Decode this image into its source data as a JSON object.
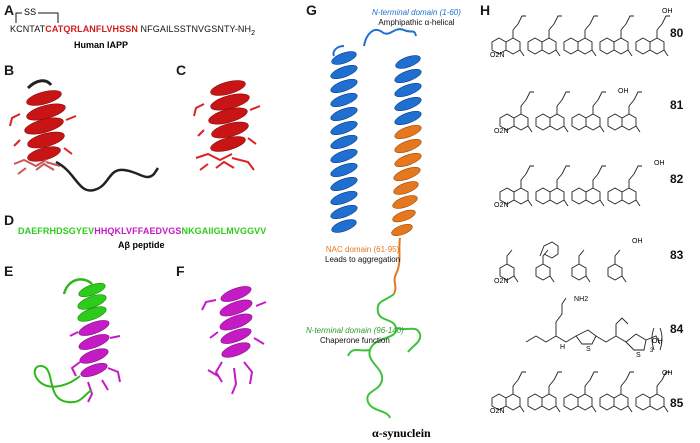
{
  "panels": {
    "a": "A",
    "b": "B",
    "c": "C",
    "d": "D",
    "e": "E",
    "f": "F",
    "g": "G",
    "h": "H"
  },
  "panel_a": {
    "ss_label": "SS",
    "seq_black_start": "KCNTAT",
    "seq_red": "CATQRLANFLVHSSN",
    "seq_black_end": "NFGAILSSTNVGSNTY-NH",
    "seq_subscript": "2",
    "caption": "Human IAPP",
    "colors": {
      "highlight": "#d31b1b",
      "text": "#111111"
    }
  },
  "panel_d": {
    "seq_green_start": "DAEFRHDSGYEV",
    "seq_magenta": "HHQKLVFFAEDVGS",
    "seq_green_end": "NKGAIIGLMVGGVV",
    "caption": "Aβ peptide",
    "colors": {
      "green": "#2ecc1a",
      "magenta": "#c41bc4"
    }
  },
  "panel_g": {
    "domain1_title": "N-terminal domain (1-60)",
    "domain1_sub": "Amphipathic α-helical",
    "domain2_title": "NAC domain (61-95)",
    "domain2_sub": "Leads to aggregation",
    "domain3_title": "N-terminal domain (96-140)",
    "domain3_sub": "Chaperone function",
    "protein_name": "α-synuclein",
    "colors": {
      "blue": "#1f6fd1",
      "orange": "#e5781f",
      "green": "#3cc23c"
    }
  },
  "panel_h": {
    "compounds": [
      "80",
      "81",
      "82",
      "83",
      "84",
      "85"
    ],
    "atom_labels": {
      "no2": "O2N",
      "oh": "OH",
      "nh2": "NH2",
      "nh": "H",
      "n": "N",
      "o": "O",
      "s": "S",
      "repeat": "3"
    }
  }
}
